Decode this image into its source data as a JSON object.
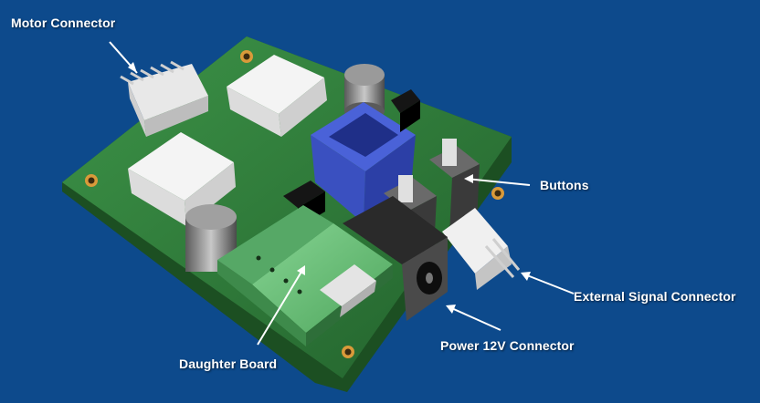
{
  "labels": {
    "motor_connector": "Motor Connector",
    "buttons": "Buttons",
    "external_signal_connector": "External Signal Connector",
    "power_12v_connector": "Power 12V Connector",
    "daughter_board": "Daughter Board"
  },
  "colors": {
    "background": "#0d4a8c",
    "pcb": "#2f7d3a",
    "daughter_board": "#6cc07a",
    "header": "#3a4fc0",
    "label_text": "#ffffff"
  }
}
